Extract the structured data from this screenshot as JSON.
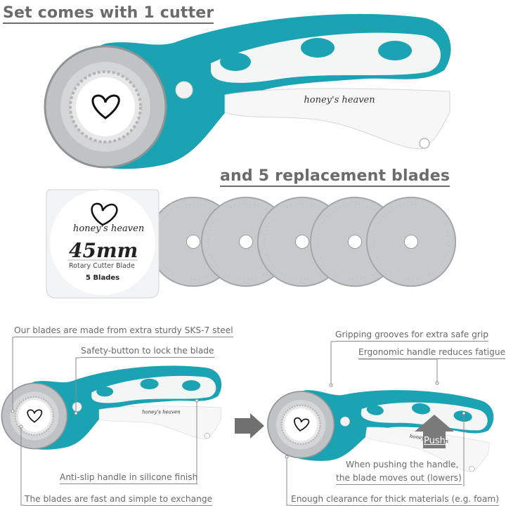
{
  "headings": {
    "cutter": "Set comes with 1 cutter",
    "blades": "and 5 replacement blades"
  },
  "brand": "honey's heaven",
  "package": {
    "size": "45mm",
    "product": "Rotary Cutter Blade",
    "count": "5 Blades"
  },
  "callouts_left": [
    "Our blades are made from extra sturdy SKS-7 steel",
    "Safety-button to lock the blade",
    "Anti-slip handle in silicone finish",
    "The blades are fast and simple to exchange"
  ],
  "callouts_right": [
    "Gripping grooves for extra safe grip",
    "Ergonomic handle reduces fatigue",
    "When pushing the handle,",
    "the blade moves out (lowers)",
    "Enough clearance for thick materials (e.g. foam)"
  ],
  "push_label": "Push",
  "colors": {
    "teal": "#1ba3b3",
    "heading_gray": "#6b6b6b",
    "blade_silver": "#c4c7ca",
    "arrow_gray": "#7a7a7a"
  }
}
